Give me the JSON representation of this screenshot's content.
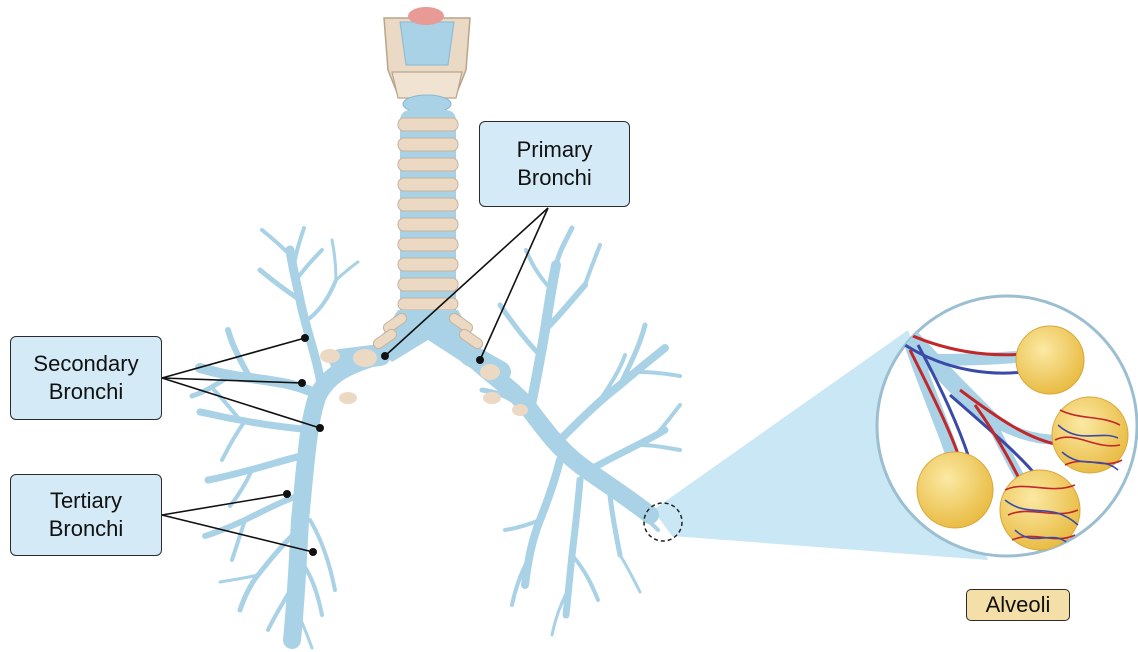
{
  "labels": {
    "primary": {
      "line1": "Primary",
      "line2": "Bronchi"
    },
    "secondary": {
      "line1": "Secondary",
      "line2": "Bronchi"
    },
    "tertiary": {
      "line1": "Tertiary",
      "line2": "Bronchi"
    },
    "alveoli": "Alveoli"
  },
  "colors": {
    "bronchi": "#a9d2e6",
    "bronchi_outline": "#86b9d4",
    "cartilage": "#ecd9c4",
    "label_fill": "#d4ebf7",
    "alveoli_label_fill": "#f5dfa8",
    "alveolus_sac": "#f1cd5a",
    "artery": "#c0282a",
    "vein": "#3a4aa8"
  }
}
